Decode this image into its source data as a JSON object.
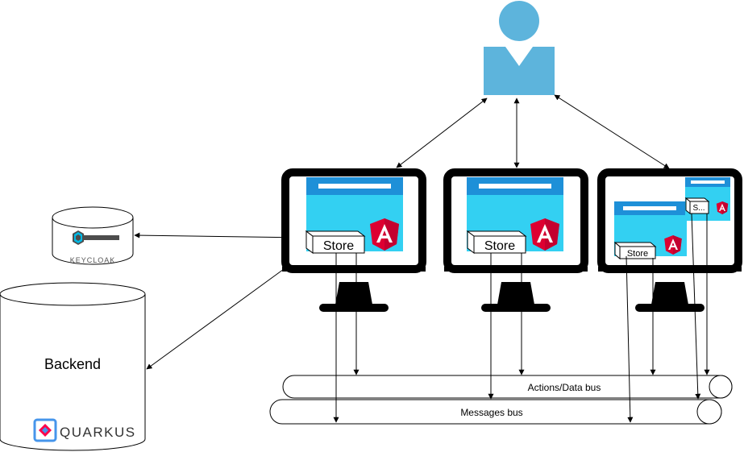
{
  "labels": {
    "backend": "Backend",
    "quarkus": "QUARKUS",
    "keycloak": "KEYCLOAK",
    "store_1": "Store",
    "store_2": "Store",
    "store_3": "Store",
    "store_small": "S...",
    "actions_bus": "Actions/Data bus",
    "messages_bus": "Messages bus"
  },
  "icons": {
    "user": "user-icon",
    "angular": "angular-icon",
    "keycloak": "keycloak-logo",
    "quarkus": "quarkus-logo"
  },
  "colors": {
    "user": "#5db4dc",
    "browser_window": "#33d0f2",
    "browser_bar": "#1e90d8",
    "angular": "#dd0031",
    "monitor": "#000000"
  }
}
